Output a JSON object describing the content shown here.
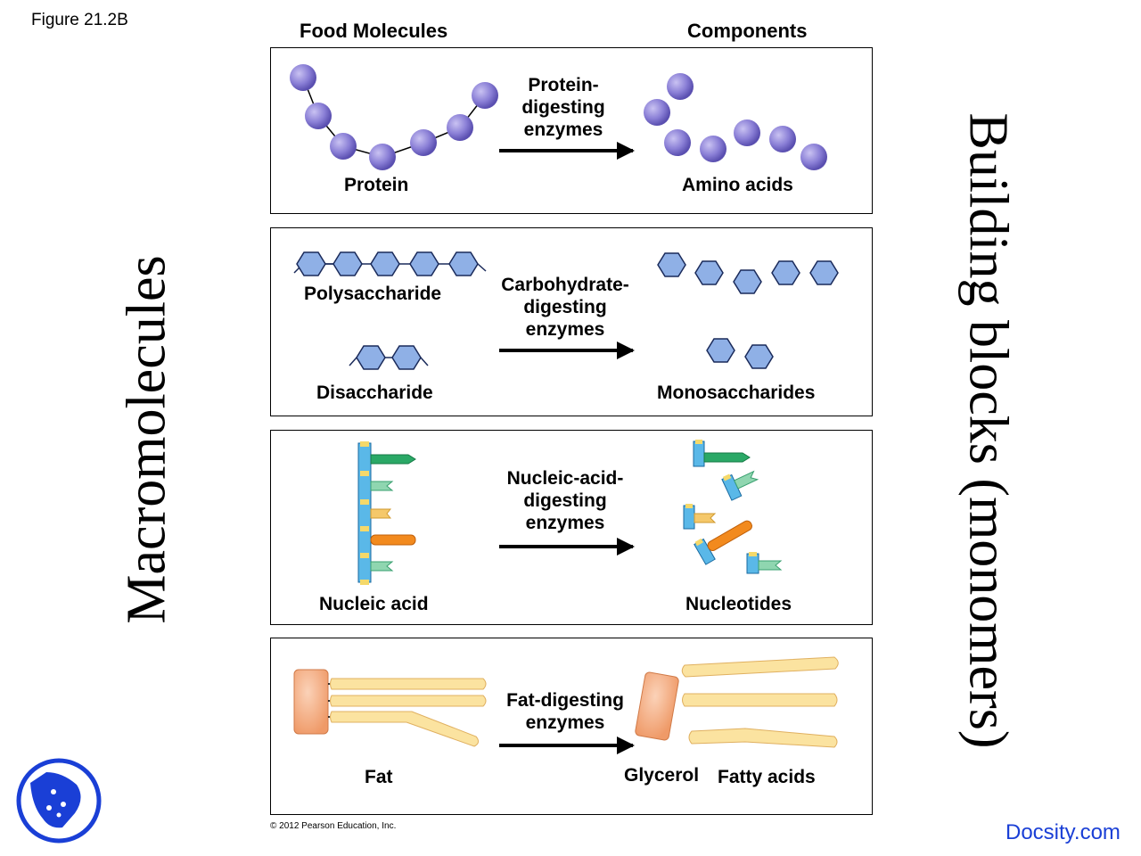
{
  "figure_label": "Figure 21.2B",
  "headers": {
    "left": "Food Molecules",
    "right": "Components"
  },
  "side_labels": {
    "left": "Macromolecules",
    "right": "Building blocks (monomers)"
  },
  "panels": [
    {
      "source": "Protein",
      "enzyme_lines": [
        "Protein-",
        "digesting",
        "enzymes"
      ],
      "product": "Amino acids",
      "color": "#8a7fd6"
    },
    {
      "sources": [
        "Polysaccharide",
        "Disaccharide"
      ],
      "enzyme_lines": [
        "Carbohydrate-",
        "digesting",
        "enzymes"
      ],
      "product": "Monosaccharides",
      "color": "#8fb0e6"
    },
    {
      "source": "Nucleic acid",
      "enzyme_lines": [
        "Nucleic-acid-",
        "digesting",
        "enzymes"
      ],
      "product": "Nucleotides",
      "colors": [
        "#5ab8e8",
        "#2aa866",
        "#f28a1e",
        "#f5c86a",
        "#8fd6b0"
      ]
    },
    {
      "source": "Fat",
      "enzyme_lines": [
        "Fat-digesting",
        "enzymes"
      ],
      "products": [
        "Glycerol",
        "Fatty acids"
      ],
      "colors": [
        "#f2a274",
        "#fbe3a0"
      ]
    }
  ],
  "copyright": "© 2012 Pearson Education, Inc.",
  "brand": "Docsity.com"
}
